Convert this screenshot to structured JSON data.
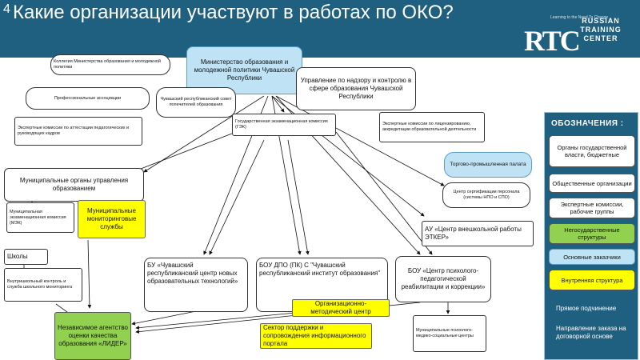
{
  "slide": {
    "number": "4",
    "title": "Какие организации участвуют в работах по ОКО?"
  },
  "logo": {
    "tagline": "Learning to the Need To Change",
    "mark": "RTC",
    "line1": "RUSSIAN",
    "line2": "TRAINING",
    "line3": "CENTER"
  },
  "boxes": {
    "ministry": "Министерство образования и молодежной политики Чувашской Республики",
    "supervision": "Управление по надзору и контролю в сфере образования Чувашской Республики",
    "collegium": "Коллегия Министерства образования и молодежной политики",
    "prof_assoc": "Профессиональные ассоциации",
    "council": "Чувашский республиканский совет попечителей образования",
    "attest_commissions": "Экспертные комиссии по аттестации педагогических и руководящих кадров",
    "gek": "Государственная экзаменационная комиссия (ГЭК)",
    "licensing": "Экспертные комиссии по лицензированию, аккредитации образовательной деятельности",
    "chamber": "Торгово-промышленная палата",
    "certification": "Центр сертификации персонала (системы НПО и СПО)",
    "municipal": "Муниципальные органы управления образованием",
    "mek": "Муниципальная экзаменационная комиссия (МЭК)",
    "monitoring": "Муниципальные мониторинговые службы",
    "ekter": "АУ «Центр внешкольной работы ЭТКЕР»",
    "schools": "Школы",
    "internal_control": "Внутришкольный контроль и служба школьного мониторинга",
    "rcnot": "БУ «Чувашский республиканский центр новых образовательных технологий»",
    "chrio": "БОУ ДПО (ПК) С \"Чувашский республиканский институт образования\"",
    "psych": "БОУ «Центр психолого-педагогической реабилитации и коррекции»",
    "org_method": "Организационно-методический центр",
    "sector": "Сектор поддержки и сопровождения информационного портала",
    "municipal_pmss": "Муниципальные психолого-медико-социальные центры",
    "agency": "Независимое агентство оценки качества образования «ЛИДЕР»"
  },
  "legend": {
    "title": "ОБОЗНАЧЕНИЯ :",
    "items": [
      "Органы государственной власти, бюджетные",
      "Общественные организации",
      "Экспертные комиссии, рабочие группы",
      "Негосударственные структуры",
      "Основные заказчики",
      "Внутренняя структура"
    ],
    "direct": "Прямое подчинение",
    "order": "Направление заказа на договорной основе"
  },
  "colors": {
    "header": "#1f5f7f",
    "customer": "#bfe3f5",
    "internal": "#ffff00",
    "non_state": "#92d050"
  }
}
